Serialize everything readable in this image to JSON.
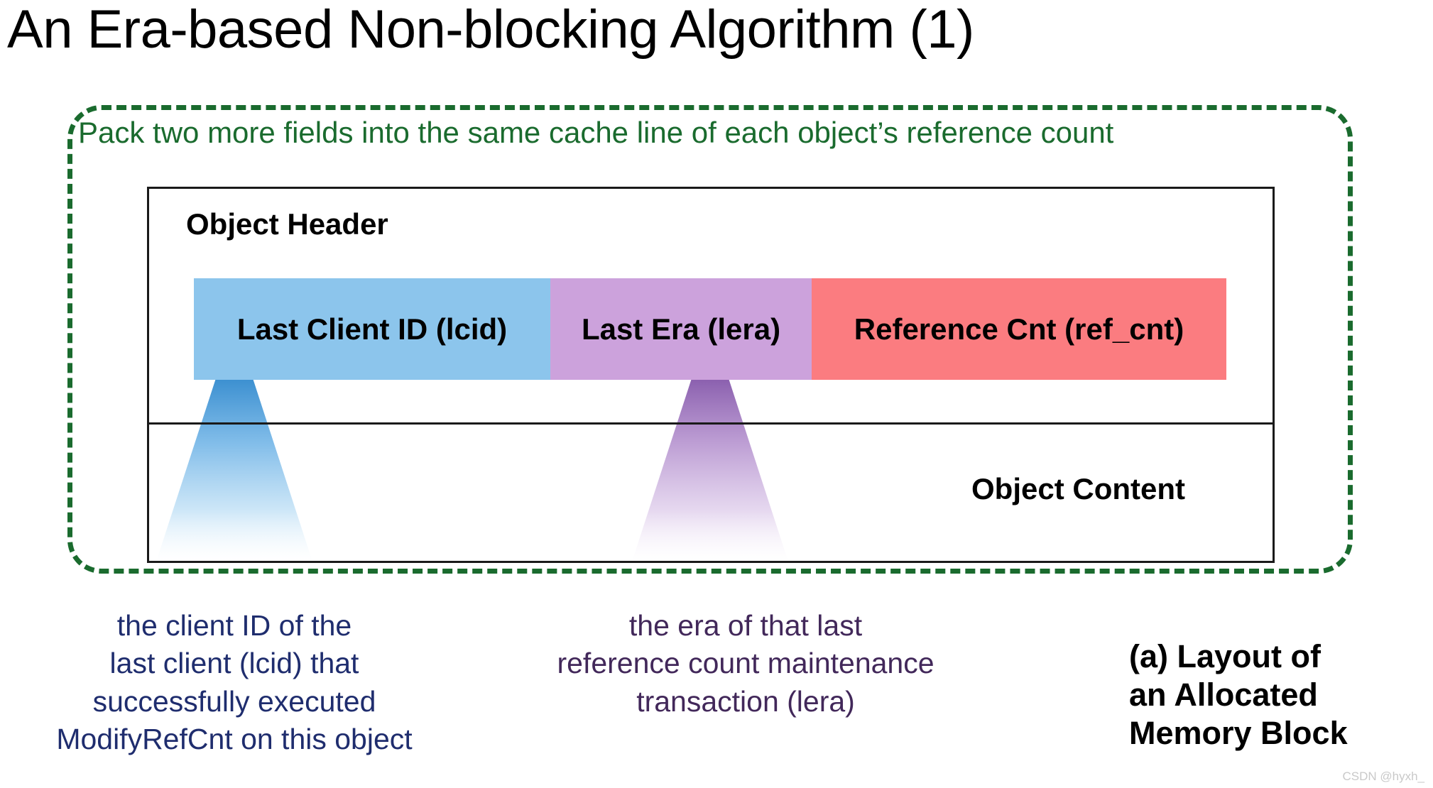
{
  "slide": {
    "title": "An Era-based Non-blocking Algorithm (1)",
    "watermark": "CSDN @hyxh_"
  },
  "callout": {
    "note": "Pack two more fields into the same cache line of each object’s reference count",
    "border_color": "#1a6b2e",
    "text_color": "#1a6b2e"
  },
  "memory_block": {
    "header_label": "Object Header",
    "content_label": "Object Content",
    "frame_color": "#1a1a1a",
    "fields": [
      {
        "label": "Last Client ID (lcid)",
        "color": "#8cc5ec"
      },
      {
        "label": "Last Era (lera)",
        "color": "#cca2dc"
      },
      {
        "label": "Reference Cnt (ref_cnt)",
        "color": "#fb7c80"
      }
    ]
  },
  "annotations": [
    {
      "text": "the client ID of the\nlast client (lcid) that\nsuccessfully executed\nModifyRefCnt on this object",
      "color": "#1f2d6e"
    },
    {
      "text": "the era of that last\nreference count maintenance\ntransaction (lera)",
      "color": "#42285a"
    }
  ],
  "figure_caption": "(a) Layout of\nan Allocated\nMemory Block"
}
